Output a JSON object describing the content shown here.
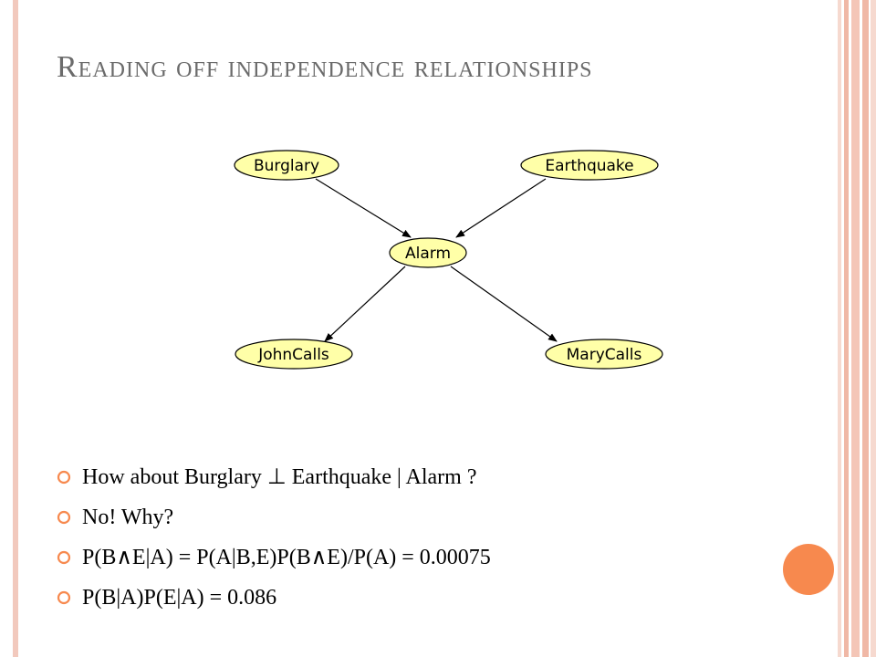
{
  "slide": {
    "title": "Reading off independence relationships"
  },
  "diagram": {
    "nodes": [
      {
        "id": "burglary",
        "label": "Burglary"
      },
      {
        "id": "earthquake",
        "label": "Earthquake"
      },
      {
        "id": "alarm",
        "label": "Alarm"
      },
      {
        "id": "johncalls",
        "label": "JohnCalls"
      },
      {
        "id": "marycalls",
        "label": "MaryCalls"
      }
    ],
    "edges": [
      {
        "from": "burglary",
        "to": "alarm"
      },
      {
        "from": "earthquake",
        "to": "alarm"
      },
      {
        "from": "alarm",
        "to": "johncalls"
      },
      {
        "from": "alarm",
        "to": "marycalls"
      }
    ],
    "node_fill": "#ffffa8"
  },
  "bullets": [
    "How about Burglary ⊥ Earthquake | Alarm ?",
    "No! Why?",
    "P(B∧E|A) = P(A|B,E)P(B∧E)/P(A) = 0.00075",
    "P(B|A)P(E|A) = 0.086"
  ],
  "colors": {
    "accent": "#f7894e",
    "title": "#6b6b6b",
    "border": "#f0b8a6"
  }
}
